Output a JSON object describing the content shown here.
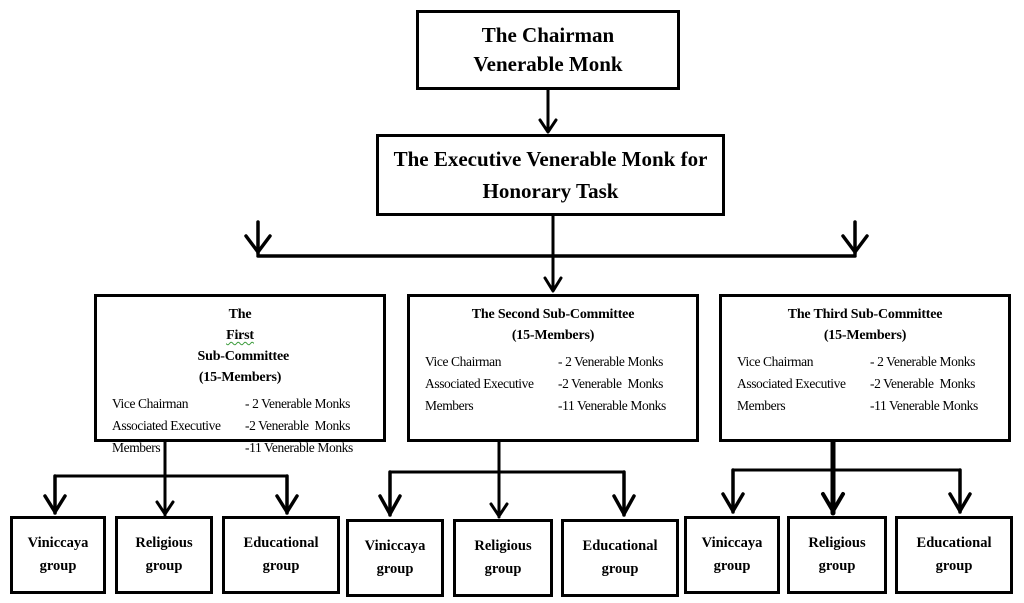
{
  "chairman": {
    "line1": "The Chairman",
    "line2": "Venerable Monk"
  },
  "executive": {
    "line1": "The Executive Venerable Monk for",
    "line2": "Honorary Task"
  },
  "subcommittees": [
    {
      "title_pre": "The ",
      "title_first": "First",
      "title_post": "  Sub-Committee",
      "members": "(15-Members)",
      "rows": [
        {
          "role": "Vice Chairman",
          "count": "- 2 Venerable Monks"
        },
        {
          "role": "Associated Executive",
          "count": "-2 Venerable  Monks"
        },
        {
          "role": "Members",
          "count": "-11 Venerable Monks"
        }
      ],
      "groups": [
        {
          "line1": "Viniccaya",
          "line2": "group"
        },
        {
          "line1": "Religious",
          "line2": "group"
        },
        {
          "line1": "Educational",
          "line2": "group"
        }
      ]
    },
    {
      "title": "The Second Sub-Committee",
      "members": "(15-Members)",
      "rows": [
        {
          "role": "Vice Chairman",
          "count": "- 2 Venerable Monks"
        },
        {
          "role": "Associated Executive",
          "count": "-2 Venerable  Monks"
        },
        {
          "role": "Members",
          "count": "-11 Venerable Monks"
        }
      ],
      "groups": [
        {
          "line1": "Viniccaya",
          "line2": "group"
        },
        {
          "line1": "Religious",
          "line2": "group"
        },
        {
          "line1": "Educational",
          "line2": "group"
        }
      ]
    },
    {
      "title": "The Third Sub-Committee",
      "members": "(15-Members)",
      "rows": [
        {
          "role": "Vice Chairman",
          "count": "- 2 Venerable Monks"
        },
        {
          "role": "Associated Executive",
          "count": "-2 Venerable  Monks"
        },
        {
          "role": "Members",
          "count": "-11 Venerable Monks"
        }
      ],
      "groups": [
        {
          "line1": "Viniccaya",
          "line2": "group"
        },
        {
          "line1": "Religious",
          "line2": "group"
        },
        {
          "line1": "Educational",
          "line2": "group"
        }
      ]
    }
  ]
}
